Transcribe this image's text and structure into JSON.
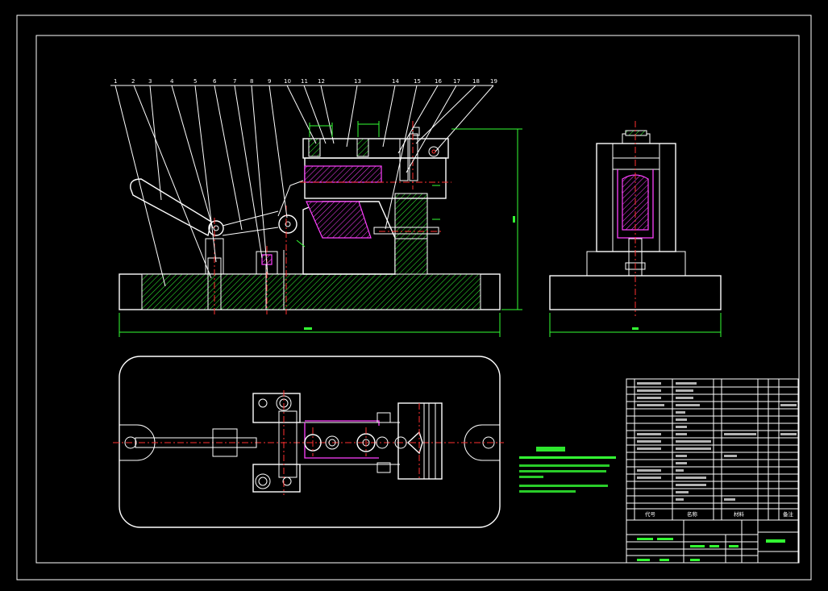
{
  "balloons": [
    "1",
    "2",
    "3",
    "4",
    "5",
    "6",
    "7",
    "8",
    "9",
    "10",
    "11",
    "12",
    "13",
    "14",
    "15",
    "16",
    "17",
    "18",
    "19"
  ],
  "title_block": {
    "col_code": "代号",
    "col_name": "名称",
    "col_material": "材料",
    "col_remark": "备注"
  },
  "colors": {
    "line": "#ffffff",
    "center": "#ff3030",
    "dimension": "#33ff33",
    "highlight": "#ff40ff",
    "background": "#000000"
  }
}
